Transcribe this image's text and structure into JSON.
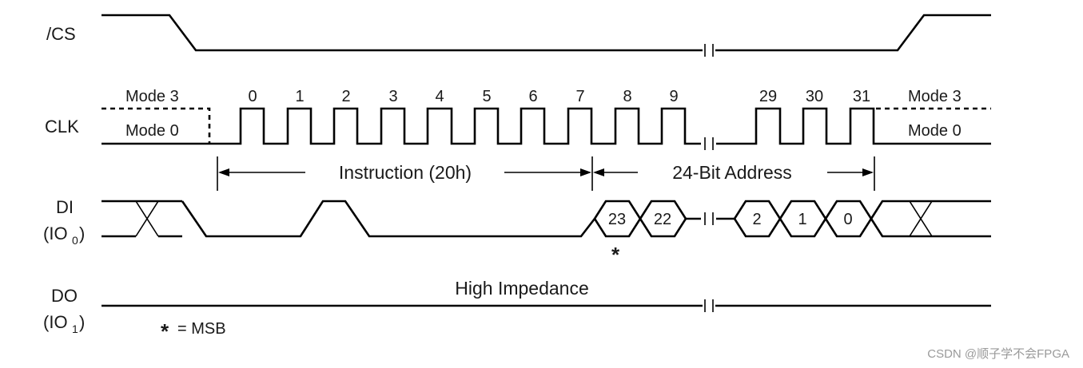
{
  "signals": {
    "cs": "/CS",
    "clk": "CLK",
    "di": "DI",
    "di_io": "(IO",
    "di_io_sub": "0",
    "do": "DO",
    "do_io": "(IO",
    "do_io_sub": "1",
    "close_paren": ")"
  },
  "clock": {
    "mode3_left": "Mode 3",
    "mode0_left": "Mode 0",
    "mode3_right": "Mode 3",
    "mode0_right": "Mode 0",
    "cycles": [
      "0",
      "1",
      "2",
      "3",
      "4",
      "5",
      "6",
      "7",
      "8",
      "9",
      "29",
      "30",
      "31"
    ]
  },
  "phases": {
    "instruction": "Instruction (20h)",
    "address": "24-Bit Address"
  },
  "di_bits": [
    "23",
    "22",
    "2",
    "1",
    "0"
  ],
  "msb_marker": "*",
  "high_impedance": "High Impedance",
  "legend": {
    "star": "*",
    "text": "= MSB"
  },
  "watermark": "CSDN @顺子学不会FPGA"
}
